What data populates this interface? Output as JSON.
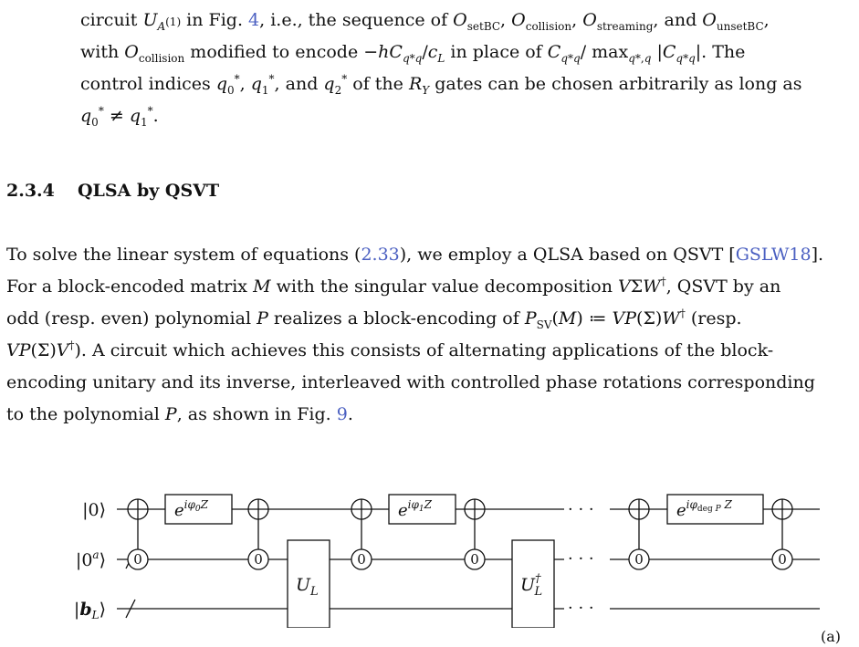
{
  "intro_paragraph": {
    "line1": "circuit U_A(1) in Fig. 4, i.e., the sequence of O_setBC, O_collision, O_streaming, and O_unsetBC,",
    "line2": "with O_collision modified to encode −hC_q*q/c_L in place of C_q*q/ max_q*,q |C_q*q|. The",
    "line3": "control indices q*0, q*1, and q*2 of the R_Y gates can be chosen arbitrarily as long as",
    "line4": "q*0 ≠ q*1.",
    "fig_ref": "4"
  },
  "section": {
    "number": "2.3.4",
    "title": "QLSA by QSVT"
  },
  "body_paragraph": {
    "eq_ref": "2.33",
    "citation": "GSLW18",
    "fig_ref": "9"
  },
  "circuit": {
    "wires": [
      {
        "label": "|0⟩"
      },
      {
        "label": "|0^a⟩"
      },
      {
        "label": "|b_L⟩"
      }
    ],
    "control_label": "0",
    "phase_gates": [
      "e^{iφ0 Z}",
      "e^{iφ1 Z}",
      "e^{iφdeg P Z}"
    ],
    "block_gates": [
      "U_L",
      "U_L†"
    ],
    "ellipsis": "· · ·"
  },
  "caption_fragment": "(a)"
}
